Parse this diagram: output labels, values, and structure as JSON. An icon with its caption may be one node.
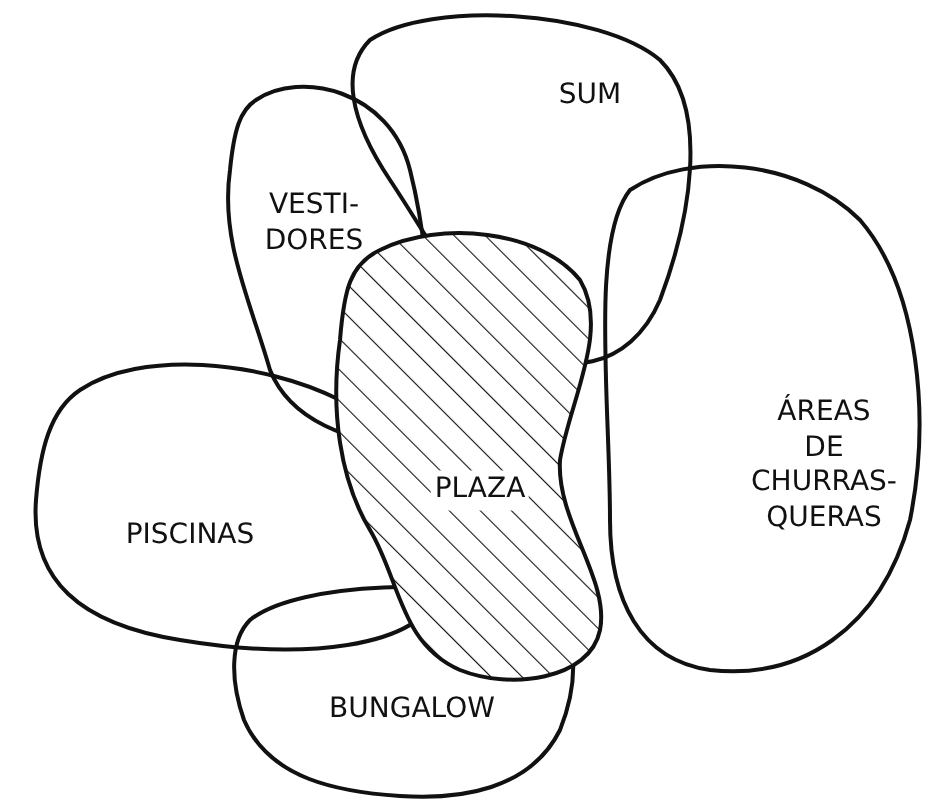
{
  "diagram": {
    "nodes": [
      {
        "text": [
          "VESTI- DORES"
        ]
      },
      {
        "text": [
          "SUM"
        ]
      },
      {
        "text": [
          "ÁREAS DE CHURRAS- QUERAS"
        ]
      },
      {
        "text": [
          "PISCINAS"
        ]
      },
      {
        "text": [
          "PLAZA"
        ]
      },
      {
        "text": [
          "BUNGALOW"
        ]
      }
    ],
    "edges": []
  }
}
